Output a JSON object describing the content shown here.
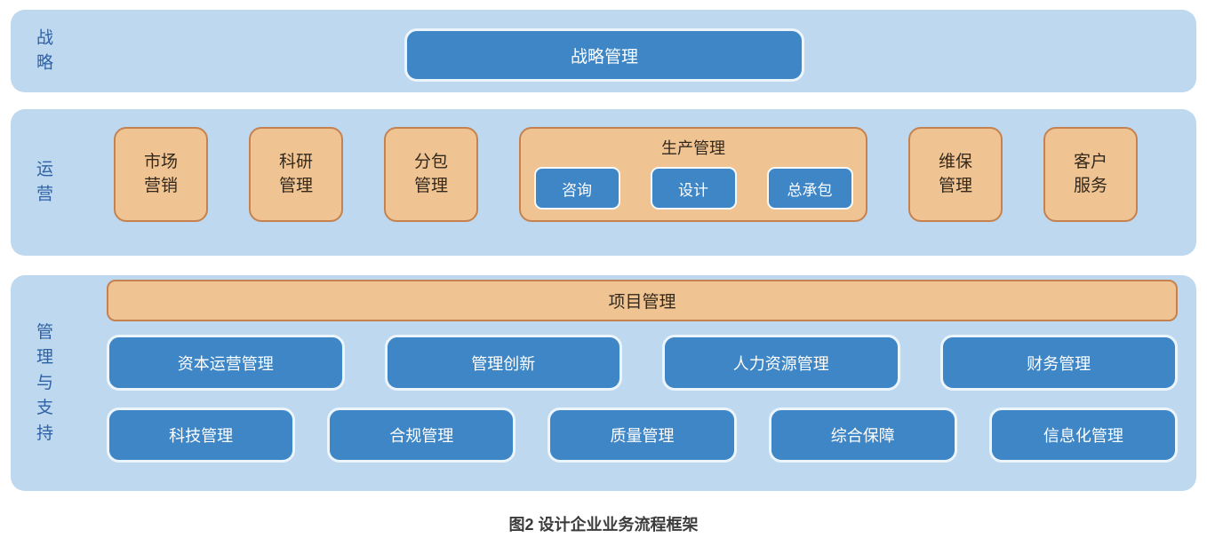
{
  "figure": {
    "caption": "图2  设计企业业务流程框架"
  },
  "colors": {
    "band_bg": "#BDD8EF",
    "band_label_text": "#2F62A5",
    "blue_box_fill": "#3E86C6",
    "blue_box_border": "#EDF5FC",
    "blue_box_text": "#FFFFFF",
    "orange_box_fill": "#F0C492",
    "orange_box_border": "#C58250",
    "orange_box_text": "#33281C",
    "caption_text": "#3C3C3C"
  },
  "bands": {
    "strategy": {
      "label": "战\n略",
      "box": "战略管理"
    },
    "operations": {
      "label": "运\n营",
      "boxes": [
        "市场\n营销",
        "科研\n管理",
        "分包\n管理",
        "维保\n管理",
        "客户\n服务"
      ],
      "production": {
        "title": "生产管理",
        "sub_boxes": [
          "咨询",
          "设计",
          "总承包"
        ]
      }
    },
    "management": {
      "label": "管\n理\n与\n支\n持",
      "project_bar": "项目管理",
      "row2": [
        "资本运营管理",
        "管理创新",
        "人力资源管理",
        "财务管理"
      ],
      "row3": [
        "科技管理",
        "合规管理",
        "质量管理",
        "综合保障",
        "信息化管理"
      ]
    }
  }
}
